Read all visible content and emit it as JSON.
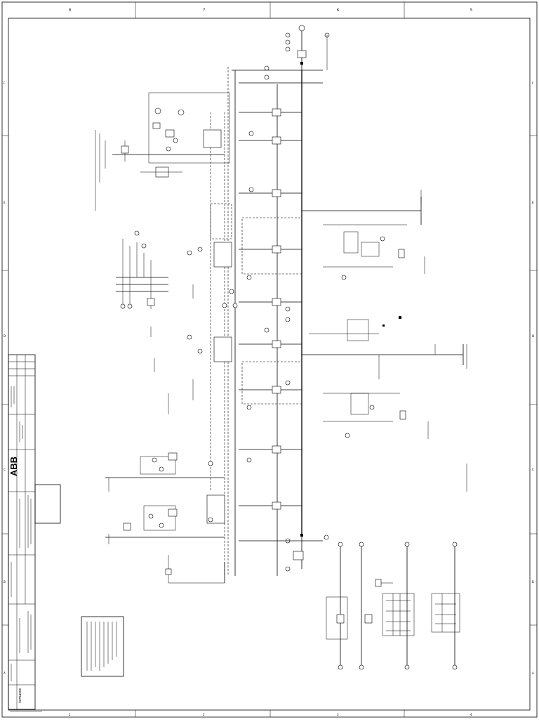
{
  "sheet": {
    "border_numbers_top": [
      "8",
      "7",
      "6",
      "5"
    ],
    "border_numbers_bottom": [
      "1",
      "2",
      "3",
      "4"
    ],
    "border_letters_left": [
      "F",
      "E",
      "D",
      "C",
      "B",
      "A"
    ],
    "border_letters_right": [
      "F",
      "E",
      "D",
      "C",
      "B",
      "A"
    ]
  },
  "title_block": {
    "company_logo": "ABB",
    "footer_logo": "tomasoc"
  },
  "colors": {
    "ink": "#000000",
    "paper": "#ffffff"
  }
}
